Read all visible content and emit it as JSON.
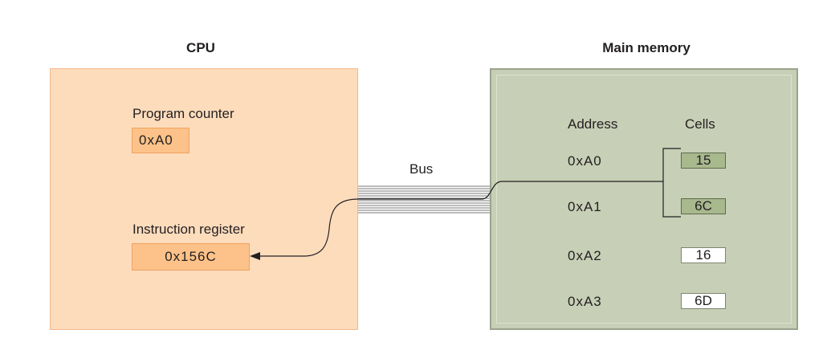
{
  "cpu": {
    "title": "CPU",
    "program_counter": {
      "label": "Program counter",
      "value": "0xA0"
    },
    "instruction_register": {
      "label": "Instruction register",
      "value": "0x156C"
    }
  },
  "bus": {
    "label": "Bus"
  },
  "memory": {
    "title": "Main memory",
    "address_header": "Address",
    "cells_header": "Cells",
    "rows": [
      {
        "address": "0xA0",
        "cell": "15",
        "fetched": true
      },
      {
        "address": "0xA1",
        "cell": "6C",
        "fetched": true
      },
      {
        "address": "0xA2",
        "cell": "16",
        "fetched": false
      },
      {
        "address": "0xA3",
        "cell": "6D",
        "fetched": false
      }
    ]
  },
  "colors": {
    "cpu_fill": "#fddcbc",
    "register_fill": "#fcc289",
    "memory_fill": "#c7cfb6",
    "fetched_cell_fill": "#a8b98e"
  }
}
